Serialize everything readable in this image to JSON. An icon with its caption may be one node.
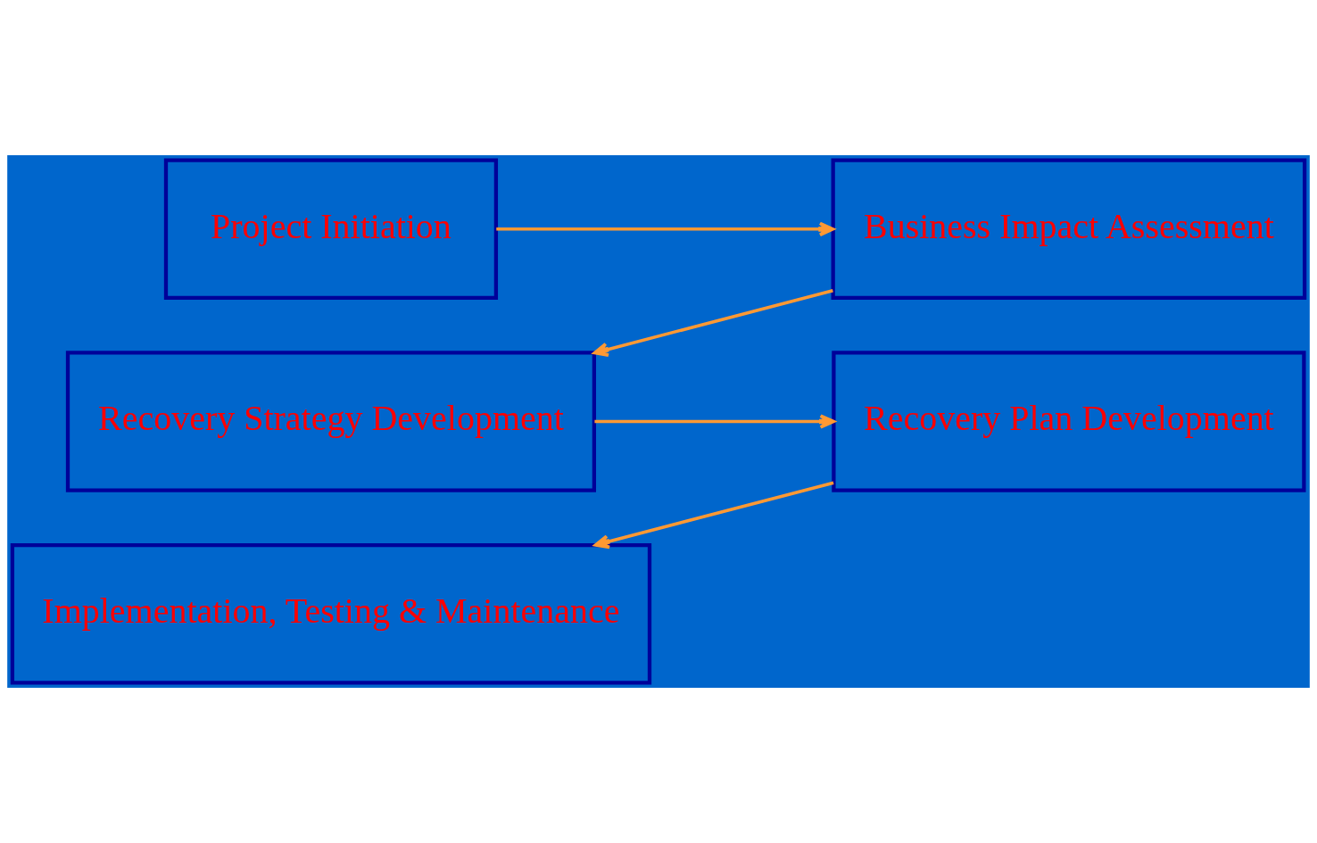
{
  "diagram": {
    "nodes": [
      {
        "text": [
          "Project Initiation"
        ]
      },
      {
        "text": [
          "Business Impact Assessment"
        ]
      },
      {
        "text": [
          "Recovery Strategy Development"
        ]
      },
      {
        "text": [
          "Recovery Plan Development"
        ]
      },
      {
        "text": [
          "Implementation, Testing & Maintenance"
        ]
      }
    ],
    "edges": [
      {
        "from": 0,
        "to": 1,
        "arrow": "to"
      },
      {
        "from": 1,
        "to": 2,
        "arrow": "to"
      },
      {
        "from": 2,
        "to": 3,
        "arrow": "to"
      },
      {
        "from": 3,
        "to": 4,
        "arrow": "to"
      }
    ]
  }
}
